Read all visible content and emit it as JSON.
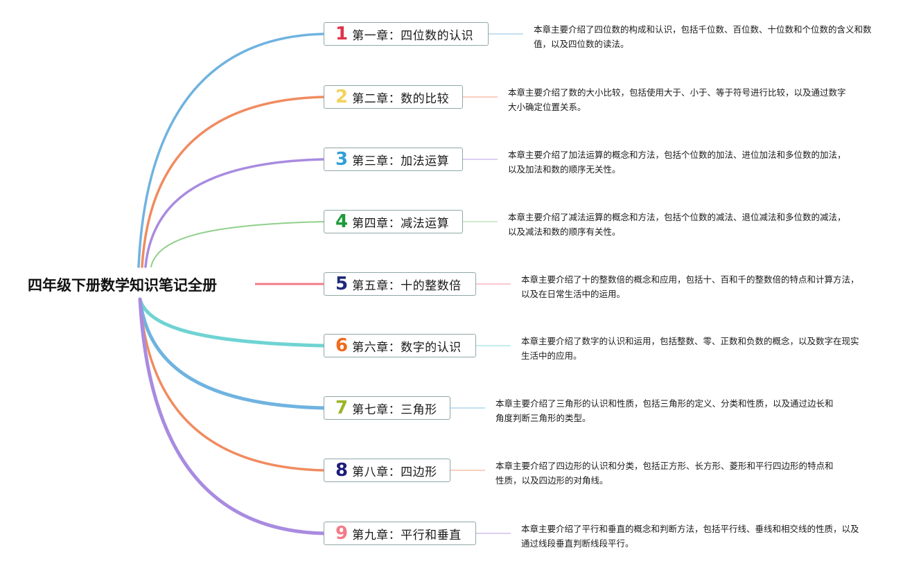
{
  "root": {
    "title": "四年级下册数学知识笔记全册"
  },
  "chapters": [
    {
      "number": "1",
      "title": "第一章：四位数的认识",
      "color": "#e0334a",
      "line_color": "#6fb3e0",
      "description": "本章主要介绍了四位数的构成和认识，包括千位数、百位数、十位数和个位数的含义和数值，以及四位数的读法。"
    },
    {
      "number": "2",
      "title": "第二章：数的比较",
      "color": "#f2d35a",
      "line_color": "#f08b5f",
      "description": "本章主要介绍了数的大小比较，包括使用大于、小于、等于符号进行比较，以及通过数字大小确定位置关系。"
    },
    {
      "number": "3",
      "title": "第三章：加法运算",
      "color": "#2f9fd8",
      "line_color": "#a98be0",
      "description": "本章主要介绍了加法运算的概念和方法，包括个位数的加法、进位加法和多位数的加法，以及加法和数的顺序无关性。"
    },
    {
      "number": "4",
      "title": "第四章：减法运算",
      "color": "#1e9a3a",
      "line_color": "#8fd08a",
      "description": "本章主要介绍了减法运算的概念和方法，包括个位数的减法、退位减法和多位数的减法，以及减法和数的顺序有关性。"
    },
    {
      "number": "5",
      "title": "第五章：十的整数倍",
      "color": "#1c2a7a",
      "line_color": "#f27b86",
      "description": "本章主要介绍了十的整数倍的概念和应用，包括十、百和千的整数倍的特点和计算方法，以及在日常生活中的运用。"
    },
    {
      "number": "6",
      "title": "第六章：数字的认识",
      "color": "#f06a1e",
      "line_color": "#6fd3d3",
      "description": "本章主要介绍了数字的认识和运用，包括整数、零、正数和负数的概念，以及数字在现实生活中的应用。"
    },
    {
      "number": "7",
      "title": "第七章：三角形",
      "color": "#9ab52a",
      "line_color": "#6fb3e0",
      "description": "本章主要介绍了三角形的认识和性质，包括三角形的定义、分类和性质，以及通过边长和角度判断三角形的类型。"
    },
    {
      "number": "8",
      "title": "第八章：四边形",
      "color": "#1c1c7a",
      "line_color": "#f08b5f",
      "description": "本章主要介绍了四边形的认识和分类，包括正方形、长方形、菱形和平行四边形的特点和性质，以及四边形的对角线。"
    },
    {
      "number": "9",
      "title": "第九章：平行和垂直",
      "color": "#f27b86",
      "line_color": "#a98be0",
      "description": "本章主要介绍了平行和垂直的概念和判断方法，包括平行线、垂线和相交线的性质，以及通过线段垂直判断线段平行。"
    }
  ]
}
